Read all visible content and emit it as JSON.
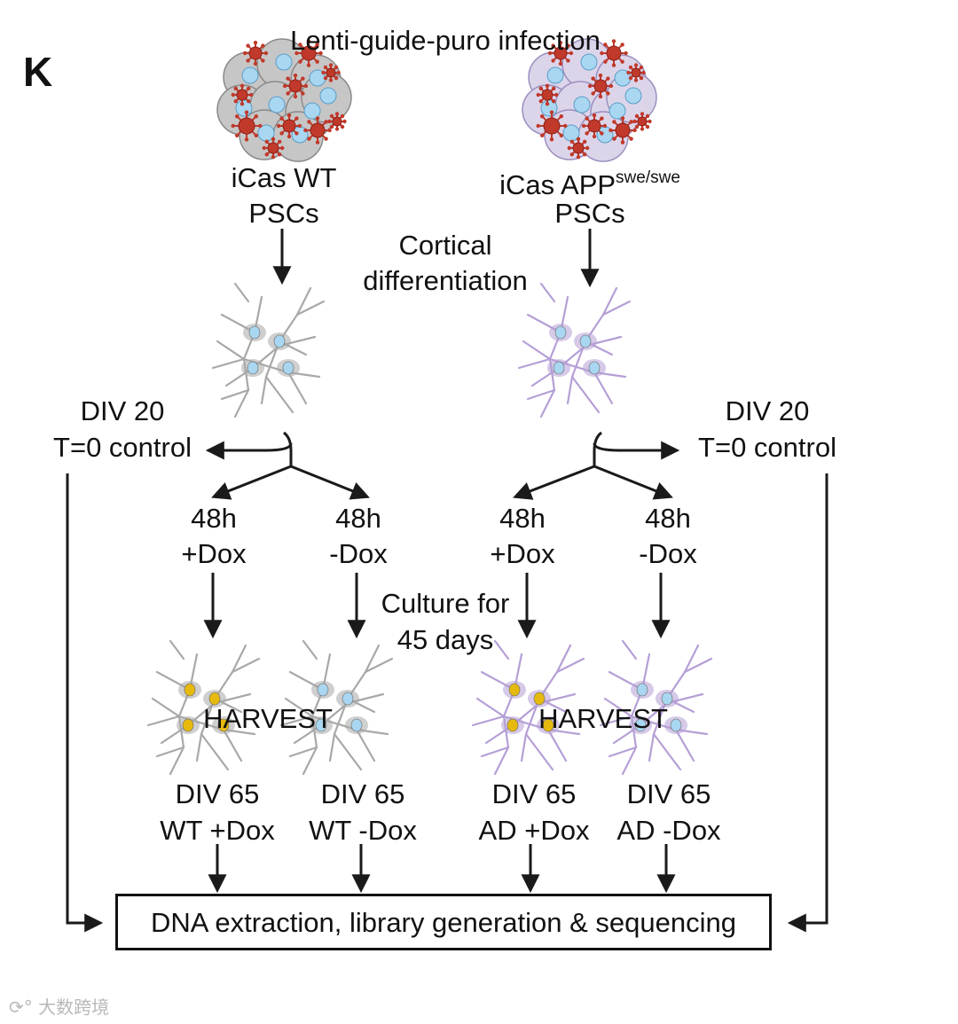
{
  "panel_letter": "K",
  "infection_title": "Lenti-guide-puro infection",
  "wt": {
    "line1": "iCas WT",
    "line2": "PSCs"
  },
  "app": {
    "line1": "iCas APP",
    "superscript": "swe/swe",
    "line2": "PSCs"
  },
  "cortical": {
    "line1": "Cortical",
    "line2": "differentiation"
  },
  "div20_left": {
    "line1": "DIV 20",
    "line2": "T=0 control"
  },
  "div20_right": {
    "line1": "DIV 20",
    "line2": "T=0 control"
  },
  "treatments": [
    {
      "line1": "48h",
      "line2": "+Dox"
    },
    {
      "line1": "48h",
      "line2": "-Dox"
    },
    {
      "line1": "48h",
      "line2": "+Dox"
    },
    {
      "line1": "48h",
      "line2": "-Dox"
    }
  ],
  "culture": {
    "line1": "Culture for",
    "line2": "45 days"
  },
  "harvest_left": "HARVEST",
  "harvest_right": "HARVEST",
  "endpoints": [
    {
      "line1": "DIV 65",
      "line2": "WT +Dox"
    },
    {
      "line1": "DIV 65",
      "line2": "WT -Dox"
    },
    {
      "line1": "DIV 65",
      "line2": "AD +Dox"
    },
    {
      "line1": "DIV 65",
      "line2": "AD -Dox"
    }
  ],
  "final_step": "DNA extraction, library generation & sequencing",
  "watermark": "大数跨境",
  "colors": {
    "wt_cell_fill": "#c6c6c6",
    "app_cell_fill": "#dcd5ea",
    "nucleus": "#a9d6f0",
    "virus": "#c0392b",
    "wt_neuron": "#a8a8a8",
    "app_neuron": "#b59fd6",
    "dox_nucleus": "#e6b90f",
    "arrow": "#1a1a1a"
  }
}
